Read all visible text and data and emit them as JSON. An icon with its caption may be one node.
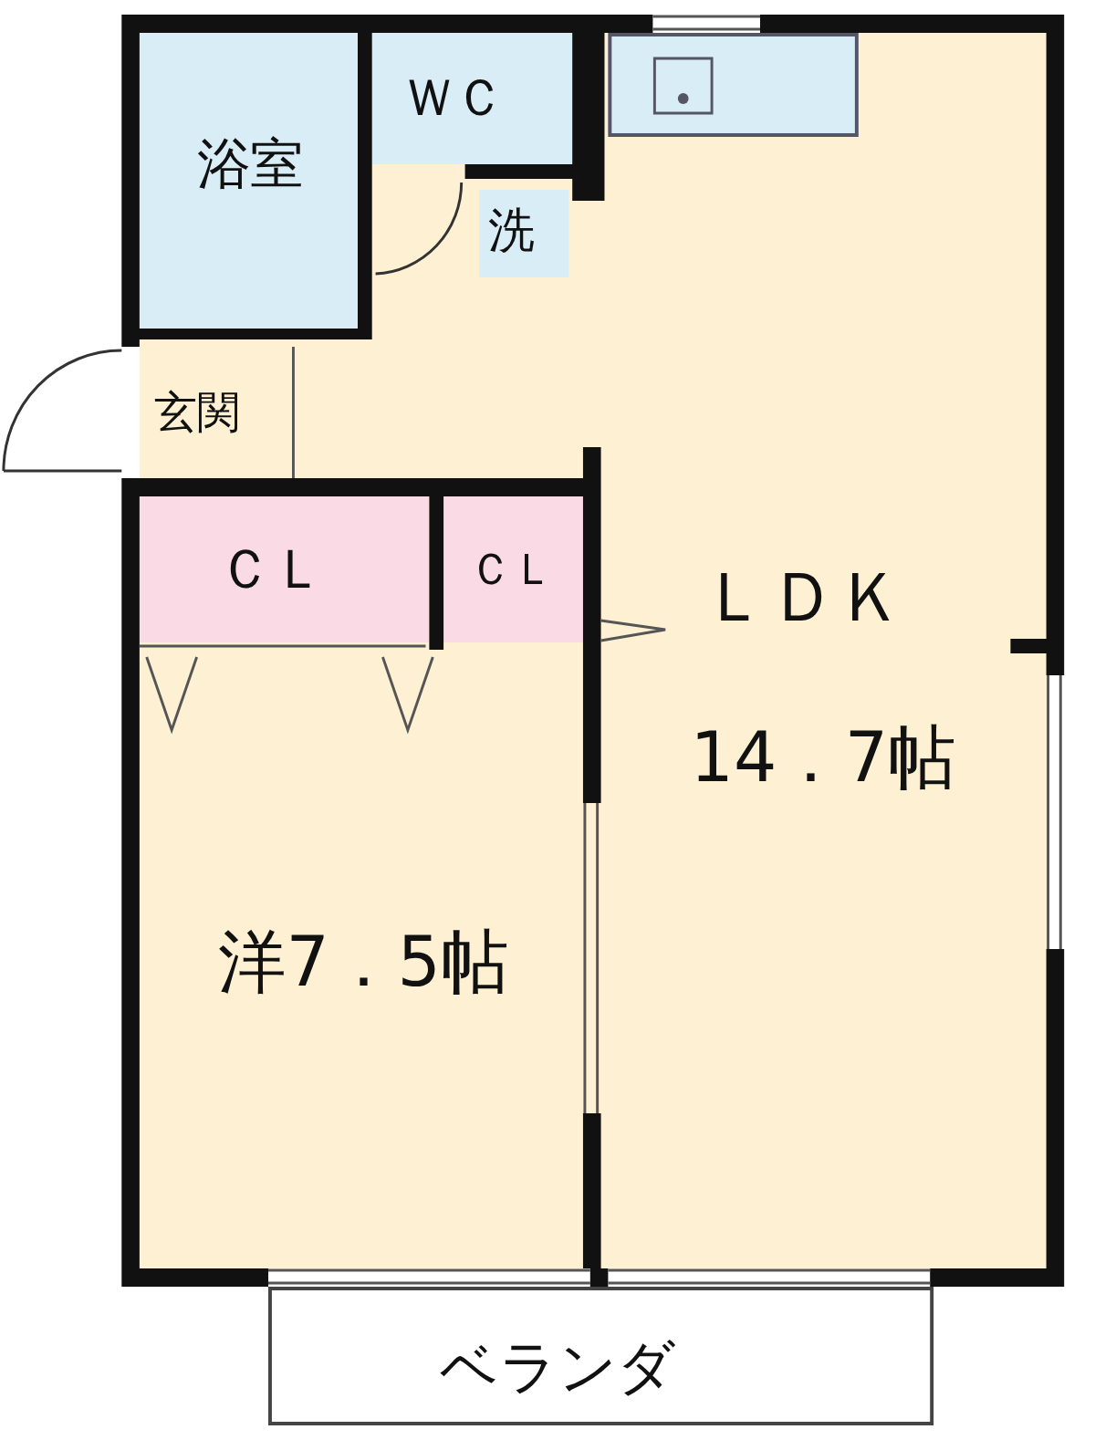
{
  "diagram": {
    "nodes": [
      {
        "text": [
          "浴室"
        ]
      },
      {
        "text": [
          "ＷＣ"
        ]
      },
      {
        "text": [],
        "shape": "box"
      },
      {
        "text": [
          "洗"
        ]
      },
      {
        "text": [
          "玄関"
        ]
      },
      {
        "text": [
          "ＣＬ"
        ]
      },
      {
        "text": [
          "ＣＬ"
        ]
      },
      {
        "text": [
          "ＬＤＫ",
          "14．7帖"
        ]
      },
      {
        "text": [
          "洋7．5帖"
        ]
      },
      {
        "text": [
          "ベランダ"
        ]
      }
    ]
  }
}
